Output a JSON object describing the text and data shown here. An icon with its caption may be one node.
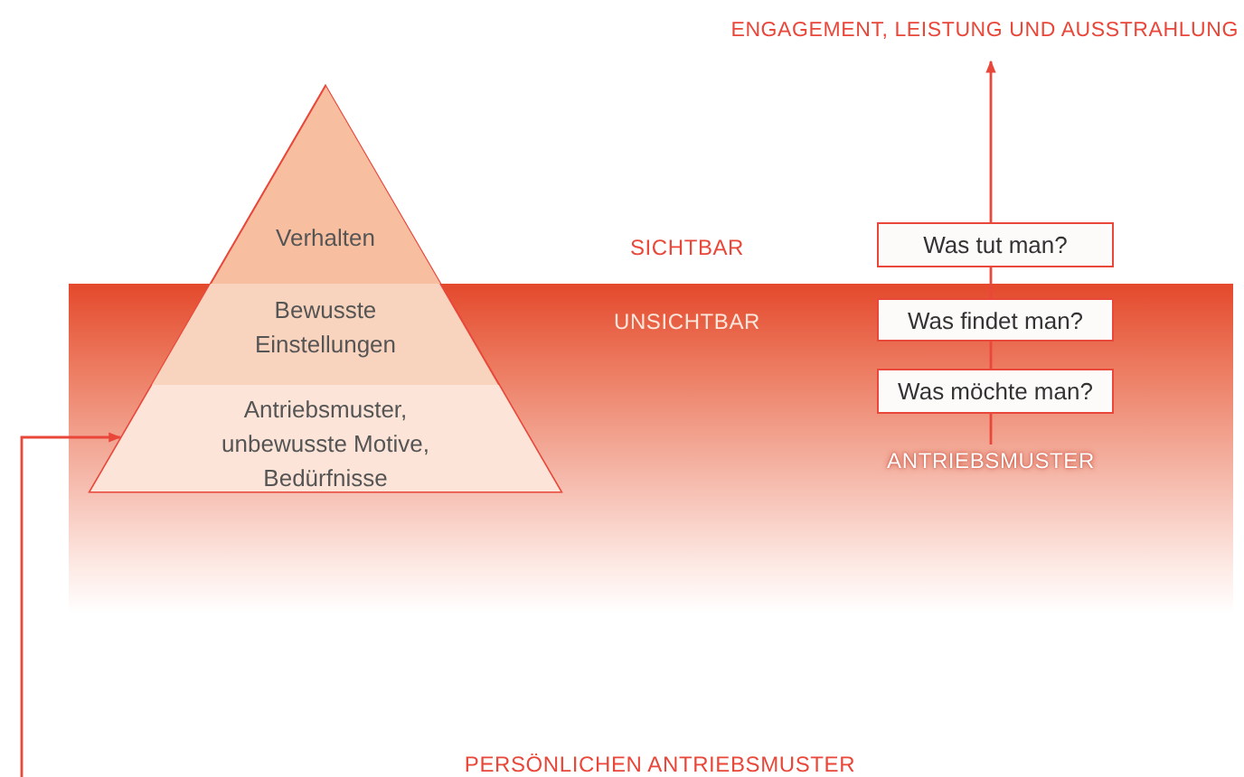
{
  "diagram": {
    "nodes": [
      {
        "text": [
          "Verhalten"
        ]
      },
      {
        "text": [
          "Bewusste Einstellungen"
        ]
      },
      {
        "text": [
          "Antriebsmuster, unbewusste Motive, Bedürfnisse"
        ]
      },
      {
        "text": [
          "ENGAGEMENT, LEISTUNG UND AUSSTRAHLUNG"
        ]
      },
      {
        "text": [
          "Was tut man?"
        ]
      },
      {
        "text": [
          "Was findet man?"
        ]
      },
      {
        "text": [
          "Was möchte man?"
        ]
      },
      {
        "text": [
          "ANTRIEBSMUSTER"
        ]
      }
    ],
    "edges": [
      {
        "from": 7,
        "to": 6,
        "arrow": "none"
      },
      {
        "from": 6,
        "to": 5,
        "arrow": "none"
      },
      {
        "from": 5,
        "to": 4,
        "arrow": "none"
      },
      {
        "from": 4,
        "to": 3,
        "arrow": "to"
      },
      {
        "from": null,
        "to": 2,
        "arrow": "to"
      }
    ],
    "labels": [
      "SICHTBAR",
      "UNSICHTBAR",
      "PERSÖNLICHEN ANTRIEBSMUSTER"
    ]
  }
}
